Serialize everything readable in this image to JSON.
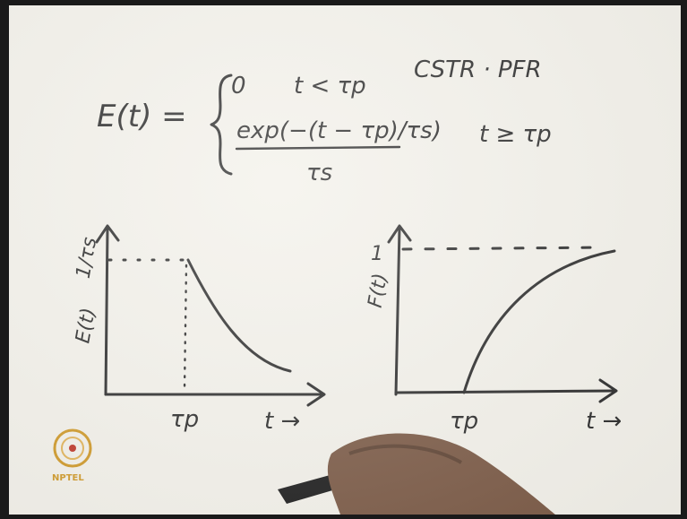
{
  "formula": {
    "lhs": "E(t) =",
    "case1_value": "0",
    "case1_condition": "t < τp",
    "reactor_label": "CSTR · PFR",
    "case2_numerator": "exp(−(t − τp)/τs)",
    "case2_denominator": "τs",
    "case2_condition": "t ≥ τp"
  },
  "plot_left": {
    "y_axis_label": "E(t)",
    "y_tick_label": "1/τs",
    "x_axis_label": "t →",
    "x_tick_label": "τp"
  },
  "plot_right": {
    "y_axis_label": "F(t)",
    "y_tick_label": "1",
    "x_axis_label": "t →",
    "x_tick_label": "τp"
  },
  "logo": {
    "text": "NPTEL"
  },
  "colors": {
    "board": "#f3f1ea",
    "ink": "#2b2b2b",
    "logo": "#d09a2a"
  }
}
